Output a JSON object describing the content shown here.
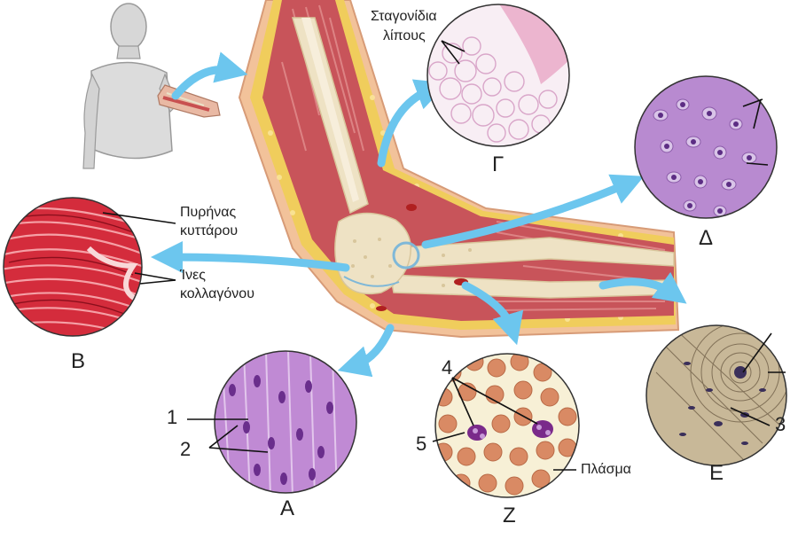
{
  "labels": {
    "fat_droplets": [
      "Σταγονίδια",
      "λίπους"
    ],
    "cell_nucleus": [
      "Πυρήνας",
      "κυττάρου"
    ],
    "collagen_fibers": [
      "Ίνες",
      "κολλαγόνου"
    ],
    "plasma": "Πλάσμα"
  },
  "panels": {
    "A": "Α",
    "B": "Β",
    "G": "Γ",
    "D": "Δ",
    "E": "Ε",
    "Z": "Ζ"
  },
  "numbers": [
    "1",
    "2",
    "3",
    "4",
    "5"
  ],
  "colors": {
    "arrow": "#6cc6ee",
    "muscle": "#c8545a",
    "bone": "#eee2c4",
    "fat": "#f0cd5c",
    "skin": "#f2c29a"
  }
}
